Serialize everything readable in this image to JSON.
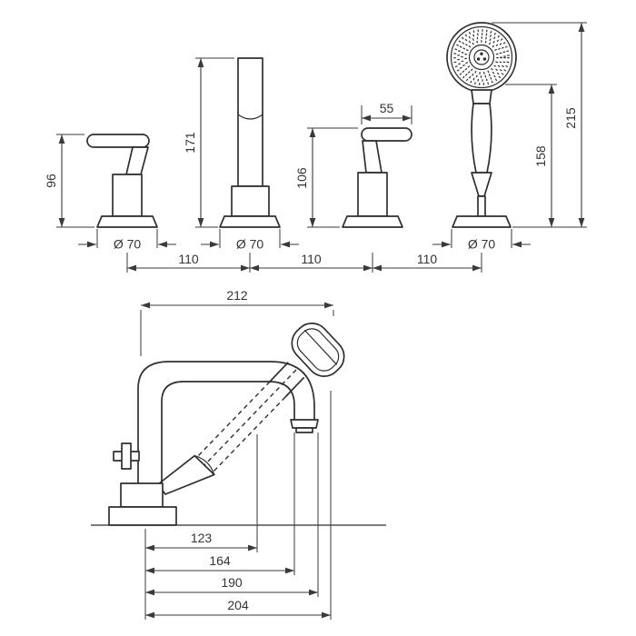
{
  "front_view": {
    "left_handle_height": "96",
    "spout_height": "171",
    "right_handle_height": "106",
    "right_handle_width": "55",
    "shower_holder_height": "158",
    "shower_total_height": "215",
    "left_base_diameter": "Ø 70",
    "center_base_diameter": "Ø 70",
    "shower_base_diameter": "Ø 70",
    "spacing_left": "110",
    "spacing_center": "110",
    "spacing_right": "110"
  },
  "side_view": {
    "overall_depth": "212",
    "depth_1": "123",
    "depth_2": "164",
    "depth_3": "190",
    "depth_4": "204"
  }
}
